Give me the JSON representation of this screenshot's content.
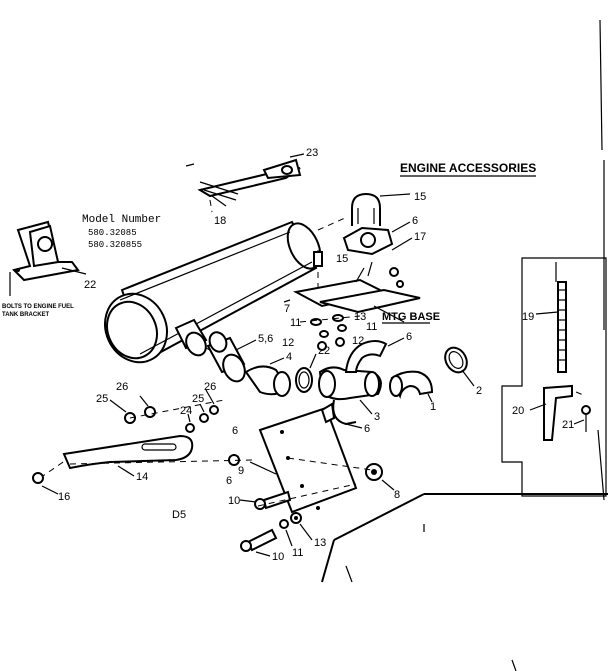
{
  "title": "ENGINE ACCESSORIES",
  "model": {
    "heading": "Model Number",
    "numbers": [
      "580.32085",
      "580.320855"
    ]
  },
  "notes": {
    "mtg_base": "MTG BASE",
    "bolts_line1": "BOLTS TO ENGINE FUEL",
    "bolts_line2": "TANK BRACKET",
    "code": "D5"
  },
  "callouts": {
    "c1": "1",
    "c2a": "2",
    "c2b": "2",
    "c2c": "2",
    "c3": "3",
    "c4": "4",
    "c56": "5,6",
    "c6a": "6",
    "c6b": "6",
    "c6c": "6",
    "c6d": "6",
    "c6e": "6",
    "c7": "7",
    "c8": "8",
    "c9": "9",
    "c10a": "10",
    "c10b": "10",
    "c11a": "11",
    "c11b": "11",
    "c11c": "11",
    "c12a": "12",
    "c12b": "12",
    "c13a": "13",
    "c13b": "13",
    "c14": "14",
    "c15a": "15",
    "c15b": "15",
    "c16": "16",
    "c17": "17",
    "c18": "18",
    "c19": "19",
    "c20": "20",
    "c21": "21",
    "c22": "22",
    "c23": "23",
    "c24": "24",
    "c25a": "25",
    "c25b": "25",
    "c26a": "26",
    "c26b": "26"
  }
}
